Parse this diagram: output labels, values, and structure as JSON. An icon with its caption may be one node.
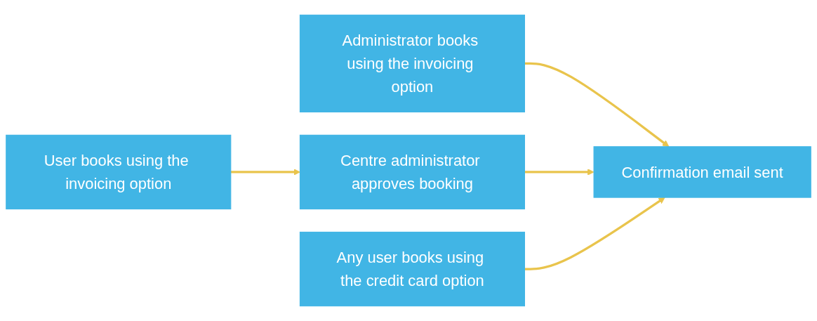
{
  "diagram": {
    "nodes": [
      {
        "text": [
          "Administrator books using the invoicing option"
        ]
      },
      {
        "text": [
          "User books using the invoicing option"
        ]
      },
      {
        "text": [
          "Any user books using the credit card option"
        ]
      },
      {
        "text": [
          "Centre administrator approves booking"
        ]
      },
      {
        "text": [
          "Confirmation email sent"
        ]
      }
    ],
    "edges": [
      {
        "from": 0,
        "to": 4,
        "arrow": "to",
        "color": "#e9c44c"
      },
      {
        "from": 1,
        "to": 3,
        "arrow": "to",
        "color": "#e9c44c"
      },
      {
        "from": 3,
        "to": 4,
        "arrow": "to",
        "color": "#e9c44c"
      },
      {
        "from": 2,
        "to": 4,
        "arrow": "to",
        "color": "#e9c44c"
      }
    ]
  }
}
